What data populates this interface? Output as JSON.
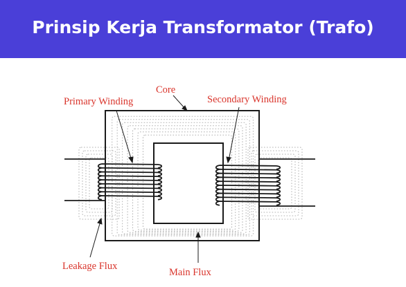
{
  "header": {
    "title": "Prinsip Kerja Transformator (Trafo)"
  },
  "colors": {
    "header_bg": "#4a3fd8",
    "header_text": "#ffffff",
    "label": "#d9342b",
    "line": "#1a1a1a",
    "flux": "#b0b0b0"
  },
  "diagram": {
    "labels": {
      "core": "Core",
      "primary_winding": "Primary Winding",
      "secondary_winding": "Secondary Winding",
      "leakage_flux": "Leakage Flux",
      "main_flux": "Main Flux"
    }
  }
}
